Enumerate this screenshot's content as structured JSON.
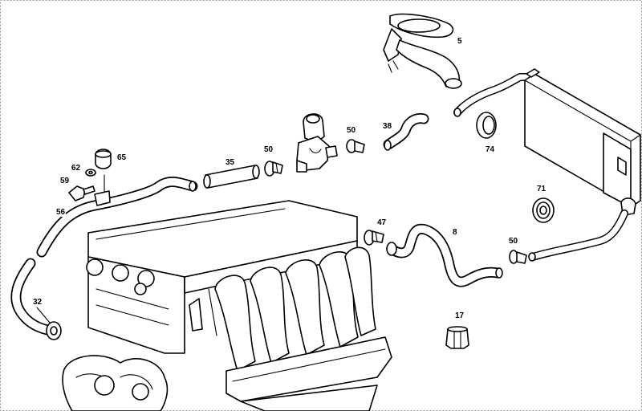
{
  "colors": {
    "line": "#000000",
    "background": "#ffffff",
    "frame": "#9a9a9a"
  },
  "callouts": {
    "p5": "5",
    "p8": "8",
    "p17": "17",
    "p32": "32",
    "p35": "35",
    "p38": "38",
    "p47": "47",
    "p50a": "50",
    "p50b": "50",
    "p50c": "50",
    "p56": "56",
    "p59": "59",
    "p62": "62",
    "p65": "65",
    "p71": "71",
    "p74": "74"
  }
}
